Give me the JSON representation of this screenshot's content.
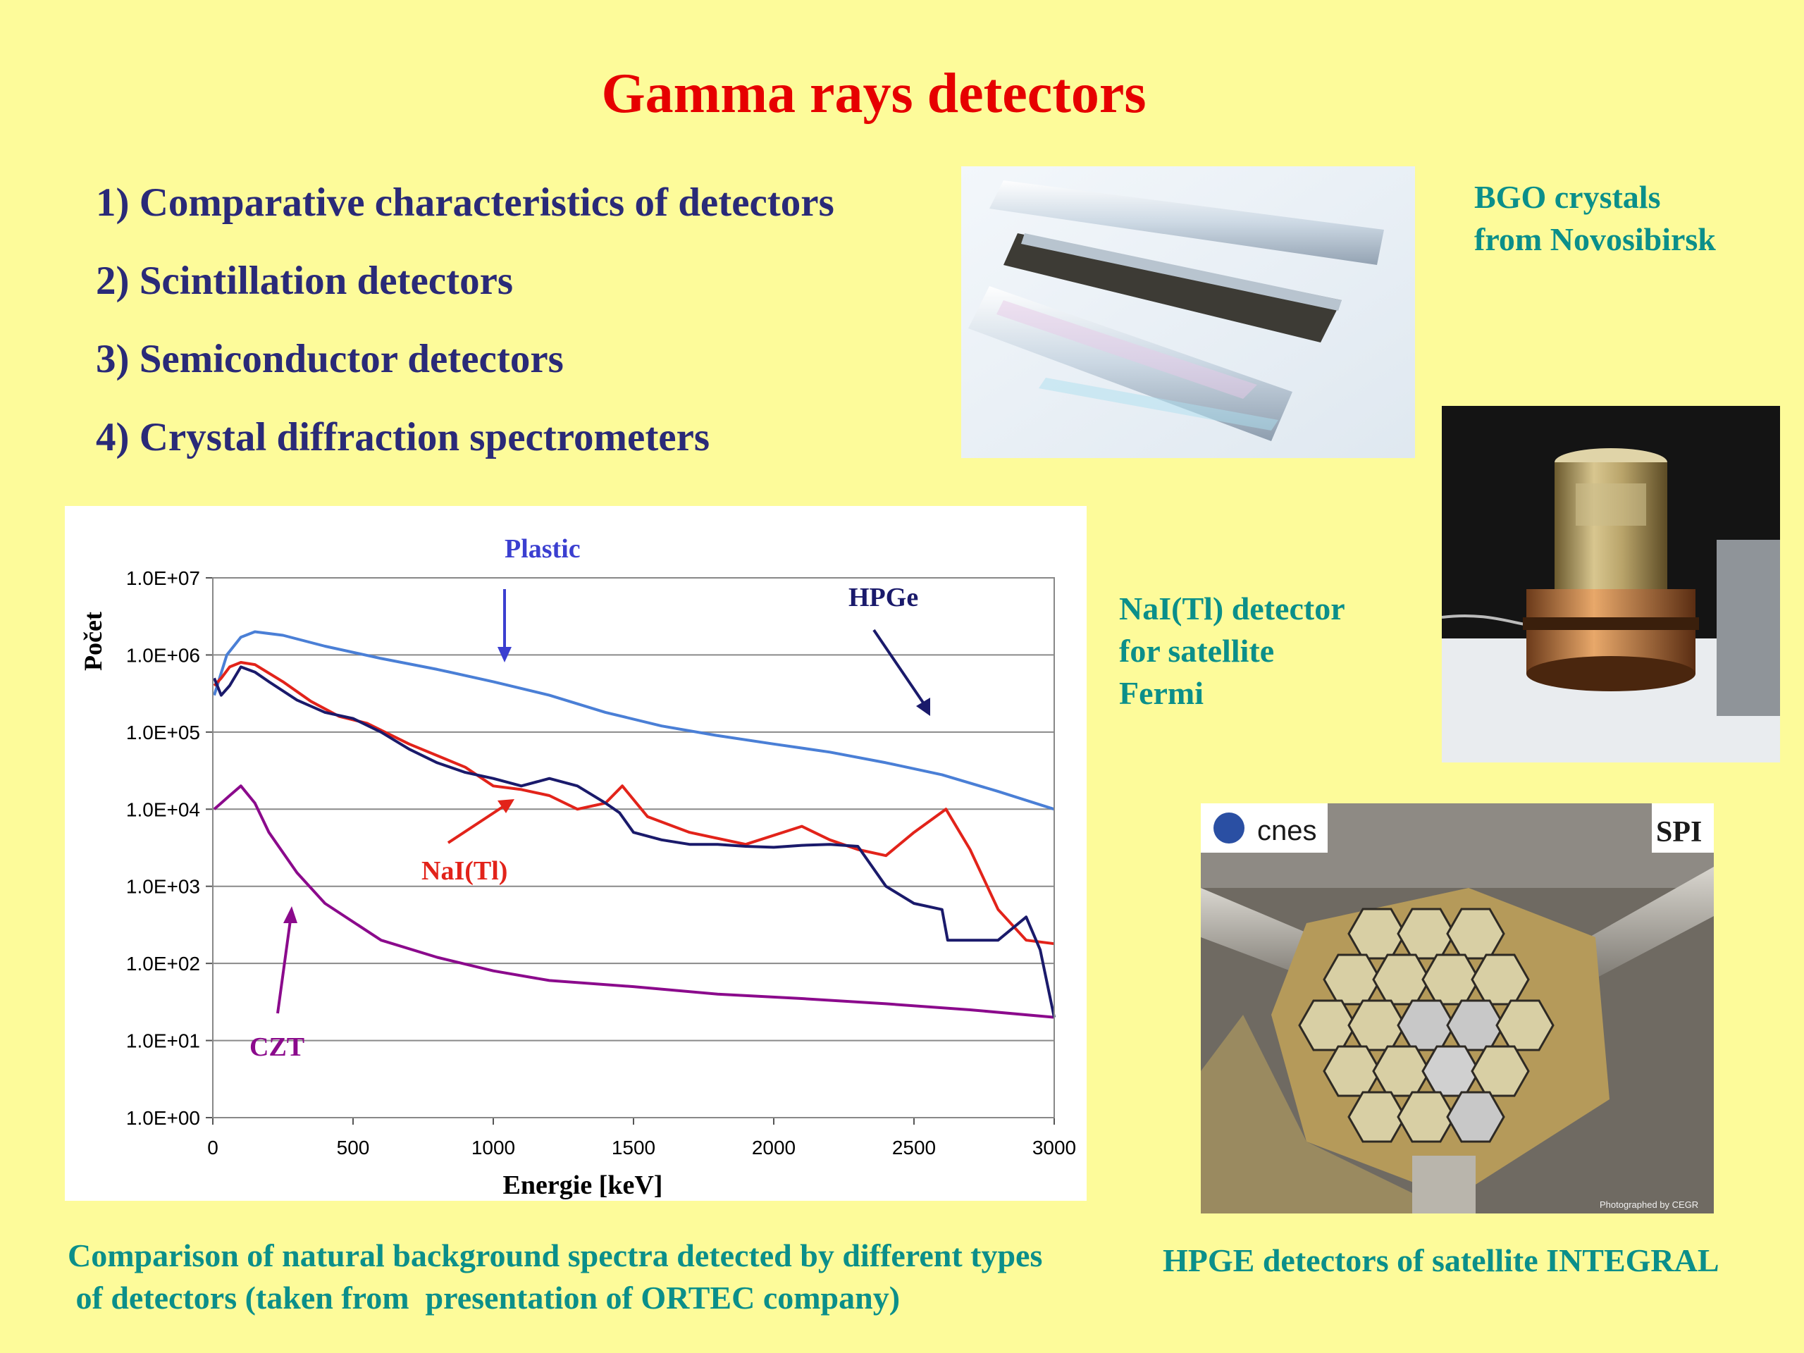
{
  "title": "Gamma rays detectors",
  "list": [
    "1) Comparative characteristics of detectors",
    "2) Scintillation detectors",
    "3) Semiconductor detectors",
    "4) Crystal diffraction spectrometers"
  ],
  "captions": {
    "bgo_line1": "BGO crystals",
    "bgo_line2": "from Novosibirsk",
    "nai_line1": "NaI(Tl) detector",
    "nai_line2": "for satellite",
    "nai_line3": "Fermi",
    "hpge": "HPGE detectors of satellite INTEGRAL",
    "spectra_line1": "Comparison of natural background spectra detected by different types",
    "spectra_line2": " of detectors (taken from  presentation of ORTEC company)"
  },
  "photo_labels": {
    "cnes": "cnes",
    "spi": "SPI",
    "credit": "Photographed by CEGR"
  },
  "chart_data": {
    "type": "line",
    "xlabel": "Energie [keV]",
    "ylabel": "Počet",
    "xlim": [
      0,
      3000
    ],
    "ylim_log10": [
      0,
      7
    ],
    "log_y": true,
    "grid": true,
    "x_ticks": [
      "0",
      "500",
      "1000",
      "1500",
      "2000",
      "2500",
      "3000"
    ],
    "y_ticks": [
      "1.0E+00",
      "1.0E+01",
      "1.0E+02",
      "1.0E+03",
      "1.0E+04",
      "1.0E+05",
      "1.0E+06",
      "1.0E+07"
    ],
    "annotations": {
      "plastic": "Plastic",
      "hpge": "HPGe",
      "nai": "NaI(Tl)",
      "czt": "CZT"
    },
    "series": [
      {
        "name": "Plastic",
        "color": "#4a7fd6",
        "x": [
          5,
          50,
          100,
          150,
          250,
          400,
          600,
          800,
          1000,
          1200,
          1400,
          1600,
          1800,
          2000,
          2200,
          2400,
          2600,
          2800,
          3000
        ],
        "y": [
          300000,
          1000000,
          1700000,
          2000000,
          1800000,
          1300000,
          900000,
          650000,
          450000,
          300000,
          180000,
          120000,
          90000,
          70000,
          55000,
          40000,
          28000,
          17000,
          10000
        ]
      },
      {
        "name": "NaI(Tl)",
        "color": "#e2231a",
        "x": [
          5,
          30,
          60,
          100,
          150,
          250,
          350,
          450,
          550,
          700,
          900,
          1000,
          1100,
          1200,
          1300,
          1400,
          1460,
          1550,
          1700,
          1900,
          2100,
          2200,
          2300,
          2400,
          2500,
          2614,
          2700,
          2800,
          2900,
          3000
        ],
        "y": [
          400000,
          500000,
          700000,
          800000,
          750000,
          450000,
          250000,
          160000,
          130000,
          70000,
          35000,
          20000,
          18000,
          15000,
          10000,
          12000,
          20000,
          8000,
          5000,
          3500,
          6000,
          4000,
          3000,
          2500,
          5000,
          10000,
          3000,
          500,
          200,
          180
        ]
      },
      {
        "name": "HPGe",
        "color": "#1a1a6b",
        "x": [
          5,
          30,
          60,
          100,
          150,
          200,
          300,
          400,
          500,
          600,
          700,
          800,
          900,
          1000,
          1100,
          1200,
          1300,
          1400,
          1450,
          1500,
          1600,
          1700,
          1800,
          1900,
          2000,
          2100,
          2200,
          2300,
          2400,
          2500,
          2600,
          2620,
          2700,
          2800,
          2900,
          2950,
          3000
        ],
        "y": [
          500000,
          300000,
          400000,
          700000,
          600000,
          450000,
          260000,
          180000,
          150000,
          100000,
          60000,
          40000,
          30000,
          25000,
          20000,
          25000,
          20000,
          12000,
          9000,
          5000,
          4000,
          3500,
          3500,
          3300,
          3200,
          3400,
          3500,
          3300,
          1000,
          600,
          500,
          200,
          200,
          200,
          400,
          150,
          20
        ]
      },
      {
        "name": "CZT",
        "color": "#8b0a8c",
        "x": [
          5,
          30,
          60,
          100,
          150,
          200,
          300,
          400,
          600,
          800,
          1000,
          1200,
          1500,
          1800,
          2100,
          2400,
          2700,
          3000
        ],
        "y": [
          10000,
          12000,
          15000,
          20000,
          12000,
          5000,
          1500,
          600,
          200,
          120,
          80,
          60,
          50,
          40,
          35,
          30,
          25,
          20
        ]
      }
    ]
  }
}
